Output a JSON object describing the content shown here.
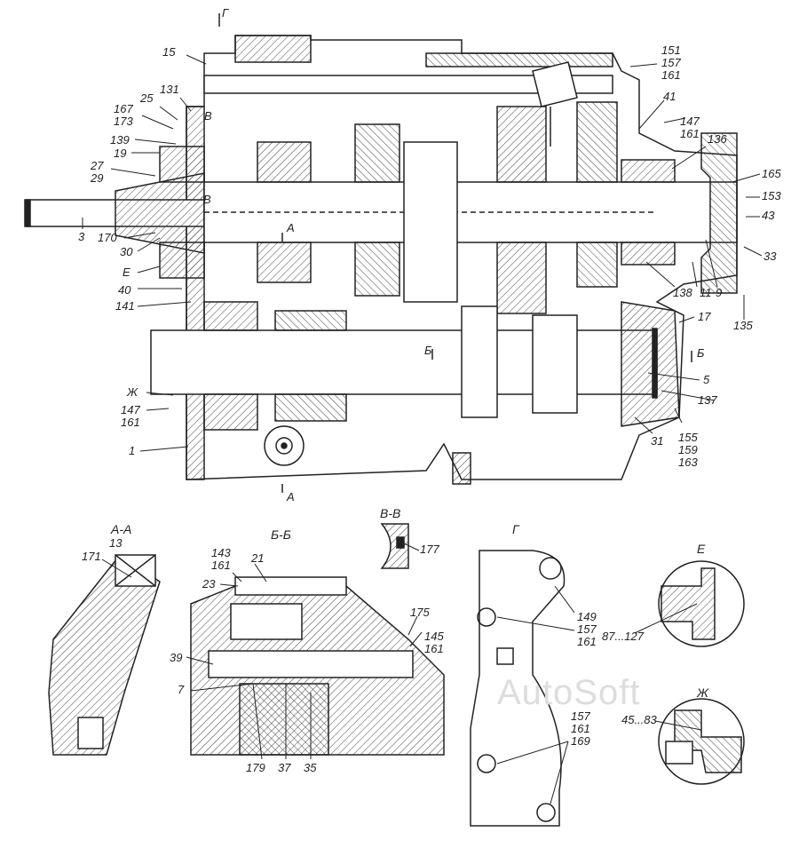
{
  "main_view": {
    "labels": [
      "Г",
      "15",
      "131",
      "25",
      "167\n173",
      "139",
      "19",
      "27\n29",
      "3",
      "170",
      "30",
      "Е",
      "40",
      "141",
      "Ж",
      "147\n161",
      "1",
      "В",
      "В",
      "А",
      "А",
      "Б",
      "Б",
      "151\n157\n161",
      "41",
      "147\n161",
      "136",
      "165",
      "153",
      "43",
      "33",
      "138",
      "11",
      "9",
      "135",
      "17",
      "5",
      "137",
      "155\n159\n163",
      "31"
    ]
  },
  "section_aa": {
    "title": "А-А",
    "labels": [
      "13",
      "171"
    ]
  },
  "section_bb": {
    "title": "Б-Б",
    "labels": [
      "143\n161",
      "21",
      "23",
      "175",
      "145\n161",
      "39",
      "7",
      "179",
      "37",
      "35"
    ]
  },
  "section_vv": {
    "title": "В-В",
    "labels": [
      "177"
    ]
  },
  "view_g": {
    "title": "Г",
    "labels": [
      "149\n157\n161",
      "157\n161\n169"
    ]
  },
  "detail_e": {
    "title": "Е",
    "labels": [
      "87...127"
    ]
  },
  "detail_zh": {
    "title": "Ж",
    "labels": [
      "45...83"
    ]
  },
  "watermark": "AutoSoft",
  "colors": {
    "line": "#222222",
    "hatch": "#444444"
  }
}
